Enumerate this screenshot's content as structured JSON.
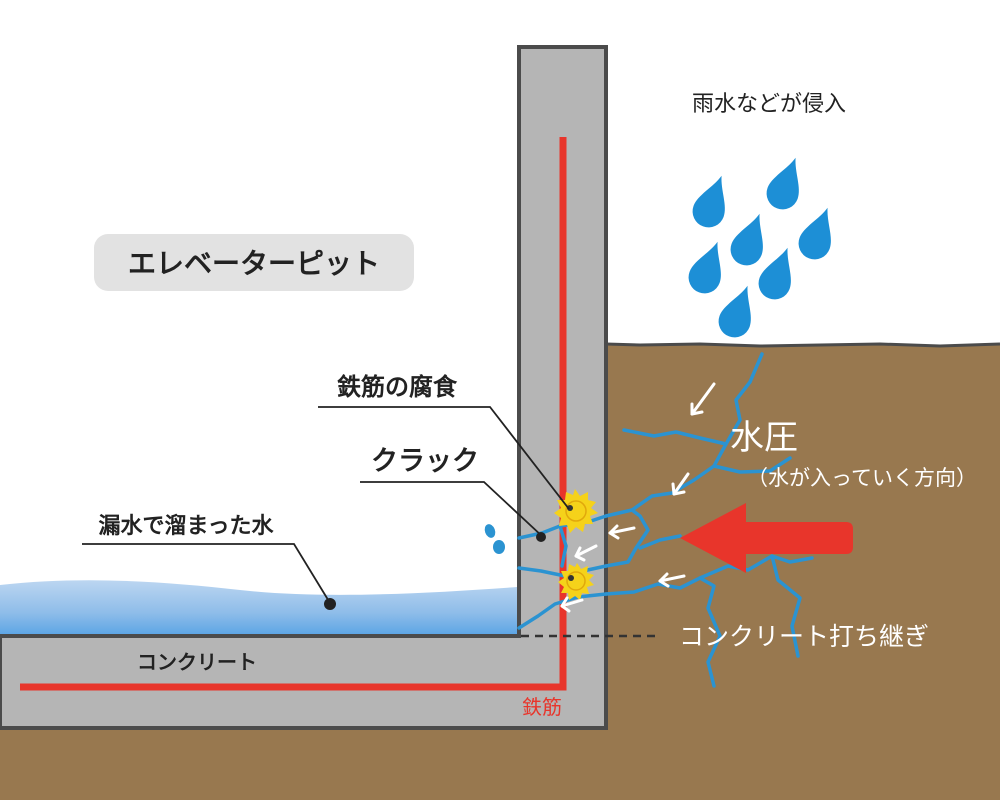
{
  "labels": {
    "rain": "雨水などが侵入",
    "pit": "エレベーターピット",
    "corrosion": "鉄筋の腐食",
    "crack": "クラック",
    "leak_water": "漏水で溜まった水",
    "water_pressure": "水圧",
    "pressure_direction": "（水が入っていく方向）",
    "construction_joint": "コンクリート打ち継ぎ",
    "concrete": "コンクリート",
    "rebar": "鉄筋"
  },
  "colors": {
    "soil": "#98784f",
    "concrete": "#b5b5b5",
    "concrete_edge": "#4b4b4b",
    "rebar": "#e8352b",
    "crack": "#2b93d1",
    "water": "#9bc6ec",
    "raindrop": "#1d8fd6",
    "corrosion": "#f5d21a",
    "arrow": "#e8352b",
    "label_bg": "#e2e2e2",
    "text": "#222222"
  },
  "icons": {
    "rain": "raindrop-icon",
    "corrosion": "burst-icon",
    "direction": "arrow-left-icon"
  }
}
